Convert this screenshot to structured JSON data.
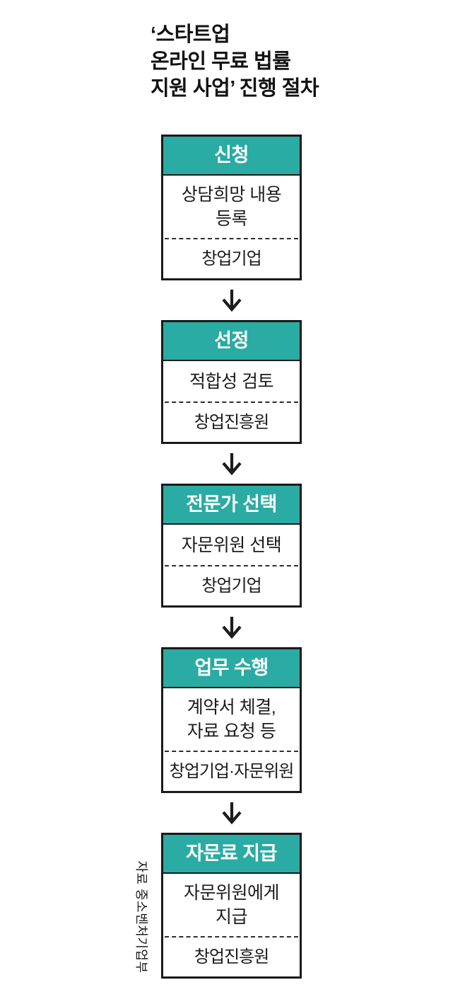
{
  "title": "‘스타트업\n온라인 무료 법률\n지원 사업’ 진행 절차",
  "source_note": "자료 중소벤처기업부",
  "colors": {
    "header_teal": "#2AABA3",
    "border_black": "#1A1A1A",
    "text_dark": "#1C1C1C",
    "header_text": "#FFFFFF"
  },
  "icons": {
    "flow_arrow": "down-arrow ↓"
  },
  "flow": {
    "steps": [
      {
        "title": "신청",
        "description": "상담희망 내용\n등록",
        "actor": "창업기업"
      },
      {
        "title": "선정",
        "description": "적합성 검토",
        "actor": "창업진흥원"
      },
      {
        "title": "전문가 선택",
        "description": "자문위원 선택",
        "actor": "창업기업"
      },
      {
        "title": "업무 수행",
        "description": "계약서 체결,\n자료 요청 등",
        "actor": "창업기업·자문위원"
      },
      {
        "title": "자문료 지급",
        "description": "자문위원에게\n지급",
        "actor": "창업진흥원"
      }
    ]
  }
}
